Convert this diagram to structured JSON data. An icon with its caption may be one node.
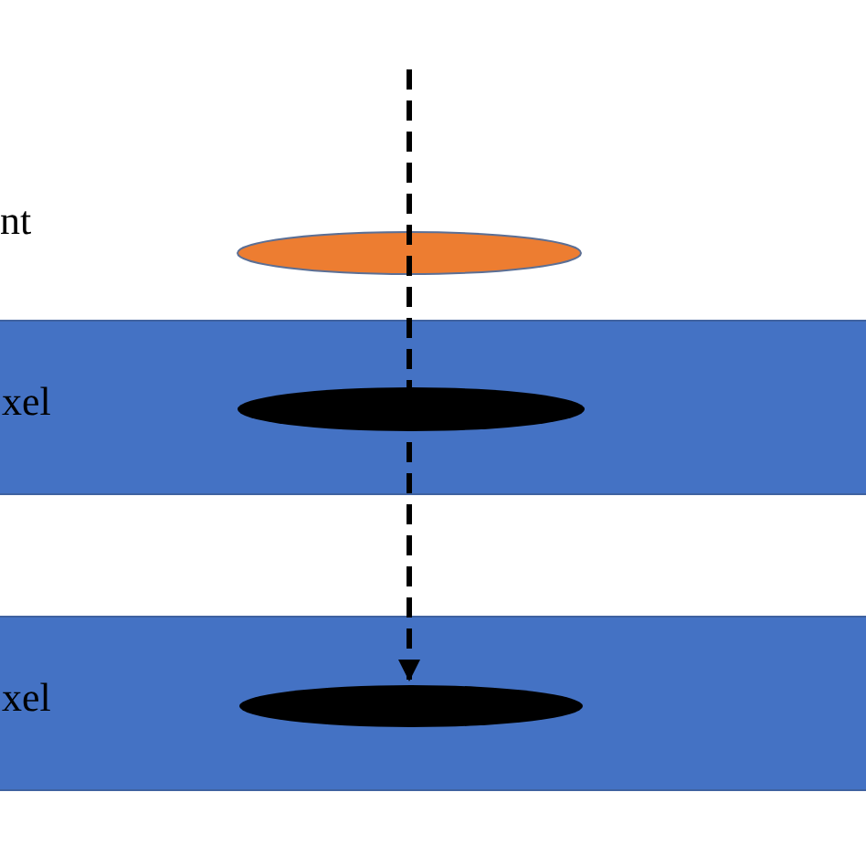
{
  "diagram": {
    "nodes": [
      {
        "text": [],
        "shape": "ellipse"
      },
      {
        "text": [
          "xel"
        ]
      },
      {
        "text": [],
        "shape": "ellipse",
        "in": 1
      },
      {
        "text": [
          "xel"
        ]
      },
      {
        "text": [],
        "shape": "ellipse",
        "in": 3
      }
    ],
    "edges": [
      {
        "from": null,
        "to": 4,
        "arrow": "to",
        "style": "dashed"
      }
    ],
    "labels": [
      "nt"
    ]
  }
}
